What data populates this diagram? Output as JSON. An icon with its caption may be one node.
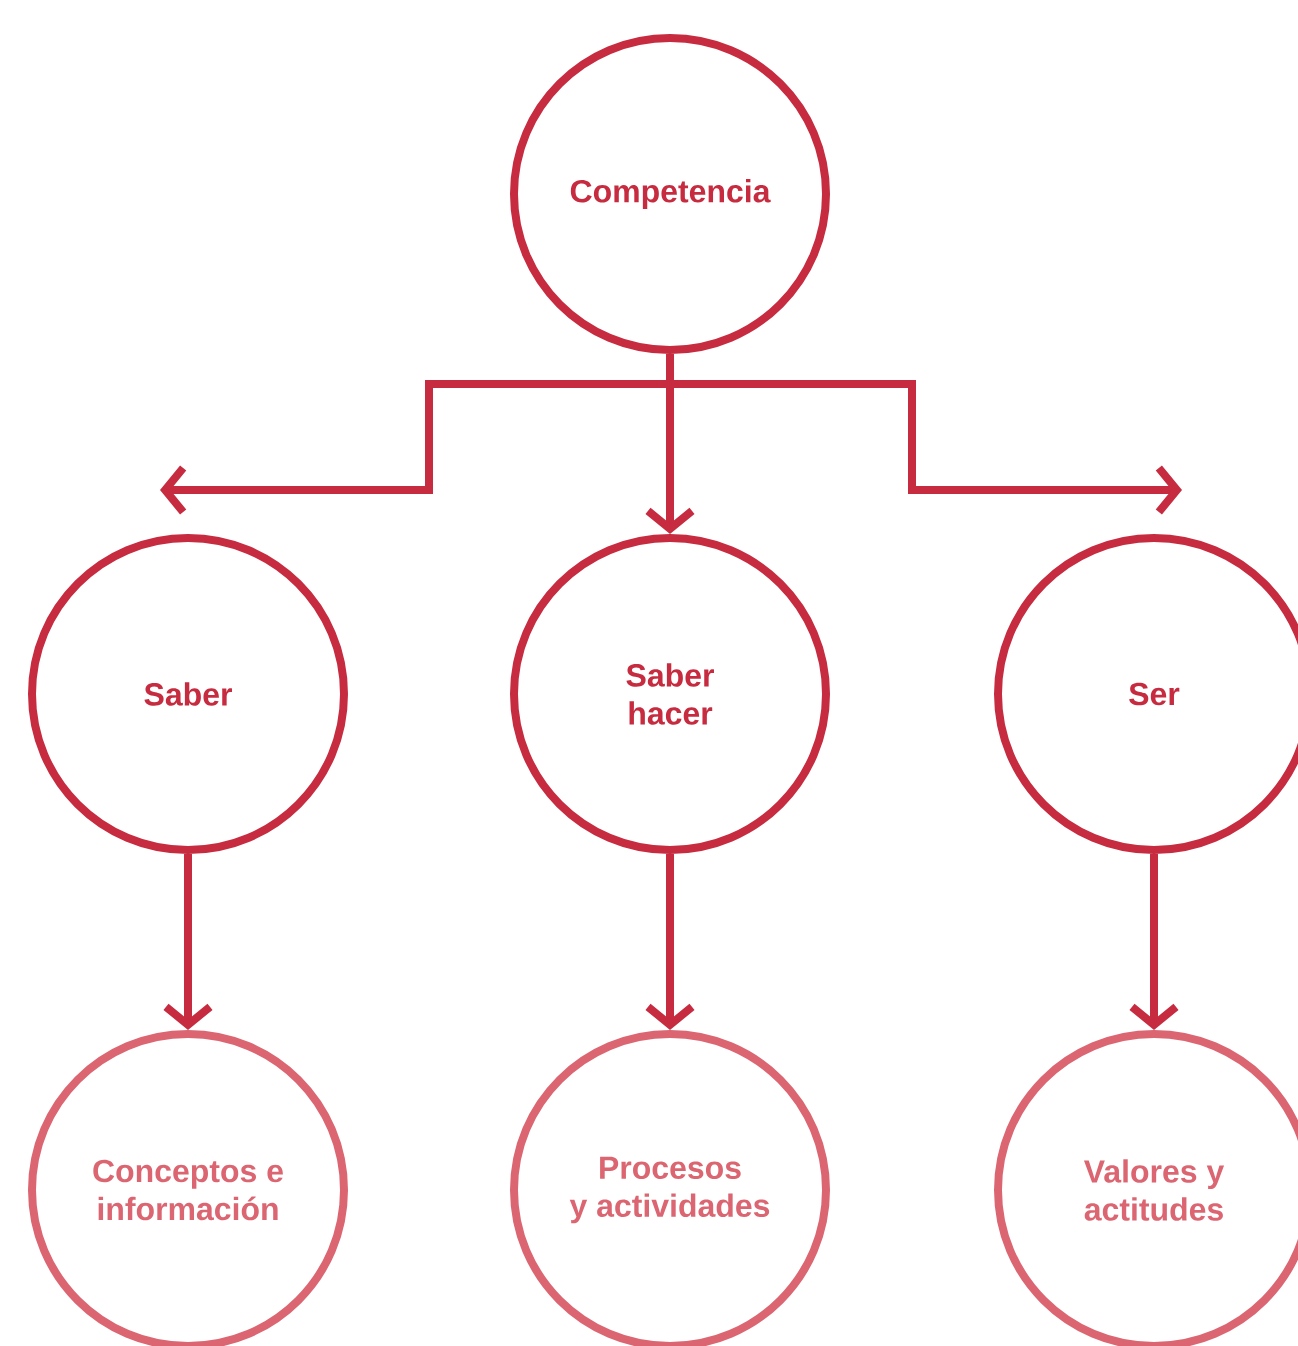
{
  "diagram": {
    "nodes": [
      {
        "text": [
          "Competencia"
        ]
      },
      {
        "text": [
          "Saber"
        ]
      },
      {
        "text": [
          "Saber hacer"
        ]
      },
      {
        "text": [
          "Ser"
        ]
      },
      {
        "text": [
          "Conceptos e información"
        ]
      },
      {
        "text": [
          "Procesos y actividades"
        ]
      },
      {
        "text": [
          "Valores y actitudes"
        ]
      }
    ],
    "edges": [
      {
        "from": 0,
        "to": 1,
        "arrow": "to"
      },
      {
        "from": 0,
        "to": 2,
        "arrow": "to"
      },
      {
        "from": 0,
        "to": 3,
        "arrow": "to"
      },
      {
        "from": 1,
        "to": 4,
        "arrow": "to"
      },
      {
        "from": 2,
        "to": 5,
        "arrow": "to"
      },
      {
        "from": 3,
        "to": 6,
        "arrow": "to"
      }
    ]
  }
}
